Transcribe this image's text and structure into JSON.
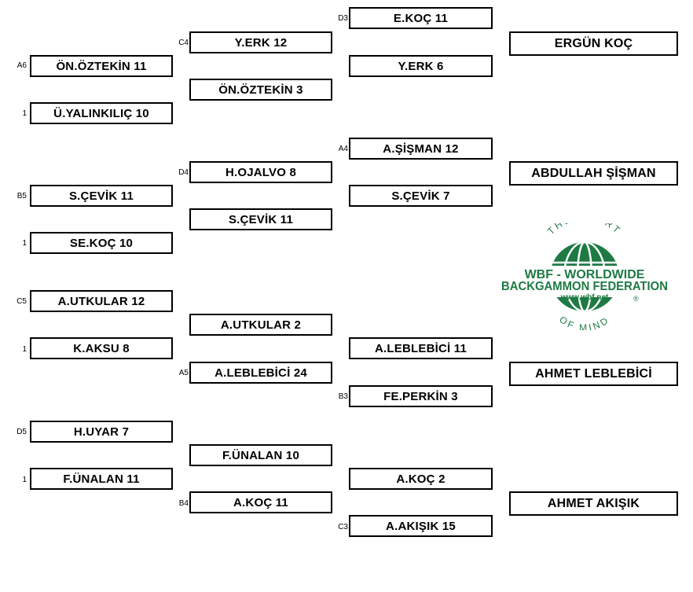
{
  "round1": {
    "g1": {
      "top_seed": "A6",
      "top": "ÖN.ÖZTEKİN 11",
      "bot_seed": "1",
      "bot": "Ü.YALINKILIÇ 10"
    },
    "g2": {
      "top_seed": "B5",
      "top": "S.ÇEVİK 11",
      "bot_seed": "1",
      "bot": "SE.KOÇ 10"
    },
    "g3": {
      "top_seed": "C5",
      "top": "A.UTKULAR 12",
      "bot_seed": "1",
      "bot": "K.AKSU 8"
    },
    "g4": {
      "top_seed": "D5",
      "top": "H.UYAR 7",
      "bot_seed": "1",
      "bot": "F.ÜNALAN 11"
    }
  },
  "round2": {
    "g1": {
      "top_seed": "C4",
      "top": "Y.ERK 12",
      "bot": "ÖN.ÖZTEKİN 3"
    },
    "g2": {
      "top_seed": "D4",
      "top": "H.OJALVO 8",
      "bot": "S.ÇEVİK 11"
    },
    "g3": {
      "top": "A.UTKULAR 2",
      "bot_seed": "A5",
      "bot": "A.LEBLEBİCİ 24"
    },
    "g4": {
      "top": "F.ÜNALAN 10",
      "bot_seed": "B4",
      "bot": "A.KOÇ 11"
    }
  },
  "round3": {
    "g1": {
      "top_seed": "D3",
      "top": "E.KOÇ 11",
      "bot": "Y.ERK 6"
    },
    "g2": {
      "top_seed": "A4",
      "top": "A.ŞİŞMAN 12",
      "bot": "S.ÇEVİK 7"
    },
    "g3": {
      "top": "A.LEBLEBİCİ 11",
      "bot_seed": "B3",
      "bot": "FE.PERKİN 3"
    },
    "g4": {
      "top": "A.KOÇ 2",
      "bot_seed": "C3",
      "bot": "A.AKIŞIK 15"
    }
  },
  "winners": [
    "ERGÜN KOÇ",
    "ABDULLAH ŞİŞMAN",
    "AHMET LEBLEBİCİ",
    "AHMET AKIŞIK"
  ],
  "logo": {
    "top_arc": "THE SPORT",
    "line1": "WBF - WORLDWIDE",
    "line2": "BACKGAMMON FEDERATION",
    "url": "www.wbf.net",
    "reg": "®",
    "bottom_arc": "OF MIND",
    "color": "#1d7a43"
  }
}
